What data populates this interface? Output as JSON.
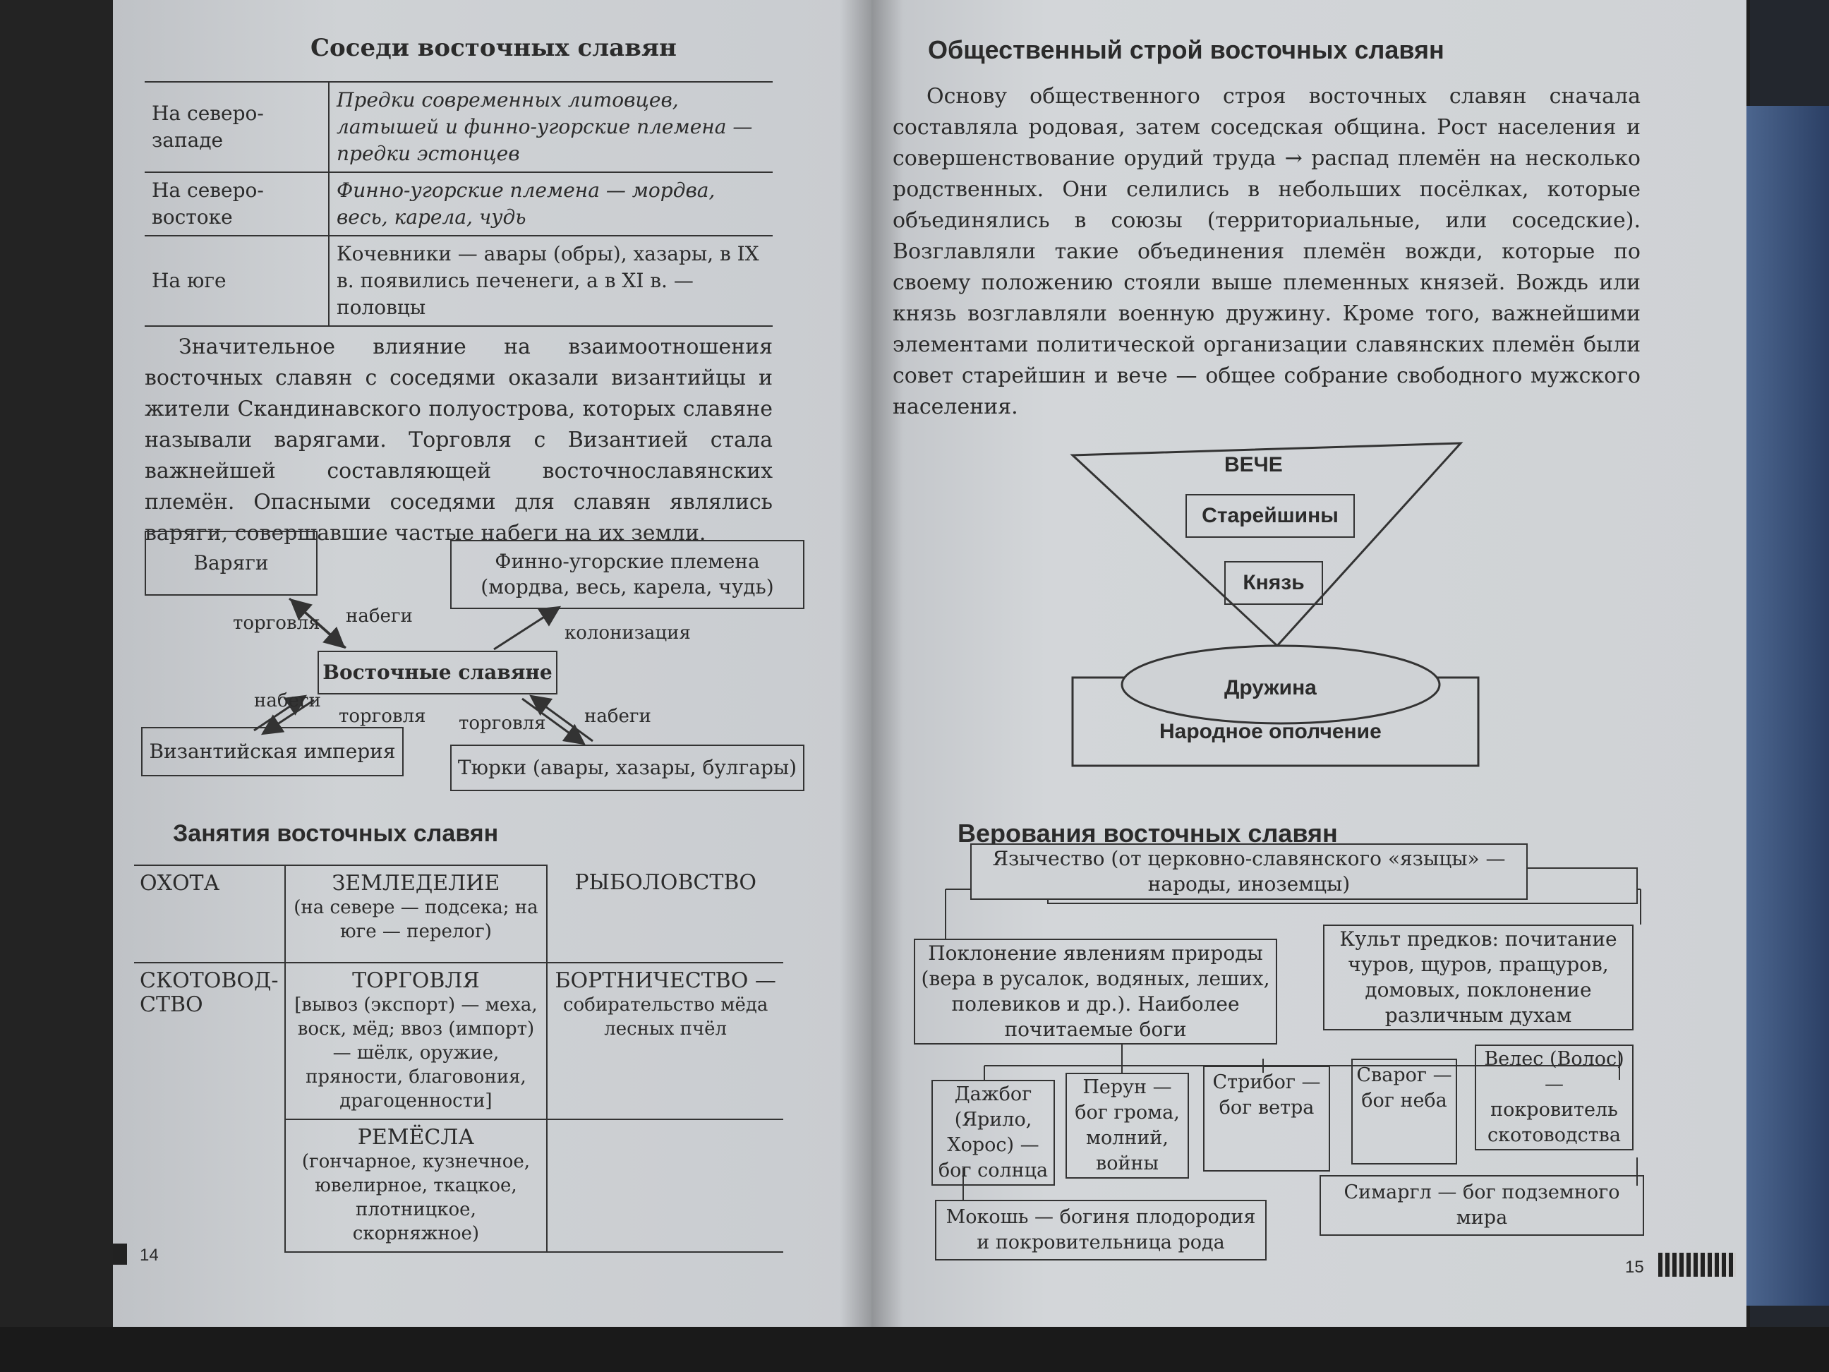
{
  "left_page": {
    "neighbors_title": "Соседи восточных славян",
    "neighbors": [
      {
        "dir": "На северо-западе",
        "text": "Предки современных литовцев, латышей и финно-угорские племена — предки эстонцев"
      },
      {
        "dir": "На северо-востоке",
        "text": "Финно-угорские племена — мордва, весь, карела, чудь"
      },
      {
        "dir": "На юге",
        "text": "Кочевники — авары (обры), хазары, в IX в. появились печенеги, а в XI в. — половцы"
      }
    ],
    "para": "Значительное влияние на взаимоотношения восточных славян с соседями оказали византийцы и жители Скандинавского полуострова, которых славяне называли варягами. Торговля с Византией стала важнейшей составляющей восточнославянских племён. Опасными соседями для славян являлись варяги, совершавшие частые набеги на их земли.",
    "diagram": {
      "varyagi": "Варяги",
      "finno_1": "Финно-угорские племена",
      "finno_2": "(мордва, весь, карела, чудь)",
      "center": "Восточные славяне",
      "byzantium": "Византийская империя",
      "turks": "Тюрки (авары, хазары, булгары)",
      "trade": "торговля",
      "raids": "набеги",
      "colonization": "колонизация"
    },
    "occupations_title": "Занятия восточных славян",
    "occupations": {
      "hunting": "ОХОТА",
      "farming": "ЗЕМЛЕДЕЛИЕ",
      "farming_note": "(на севере — подсека; на юге — перелог)",
      "fishing": "РЫБОЛОВСТВО",
      "cattle": "СКОТОВОД-СТВО",
      "trade": "ТОРГОВЛЯ",
      "trade_note": "[вывоз (экспорт) — меха, воск, мёд; ввоз (импорт) — шёлк, оружие, пряности, благовония, драгоценности]",
      "beekeeping": "БОРТНИЧЕСТВО —",
      "beekeeping_note": "собирательство мёда лесных пчёл",
      "crafts": "РЕМЁСЛА",
      "crafts_note": "(гончарное, кузнечное, ювелирное, ткацкое, плотницкое, скорняжное)"
    },
    "page_number": "14"
  },
  "right_page": {
    "social_title": "Общественный строй восточных славян",
    "social_para": "Основу общественного строя восточных славян сначала составляла родовая, затем соседская община. Рост населения и совершенствование орудий труда → распад племён на несколько родственных. Они селились в небольших посёлках, которые объединялись в союзы (территориальные, или соседские). Возглавляли такие объединения племён вожди, которые по своему положению стояли выше племенных князей. Вождь или князь возглавляли военную дружину. Кроме того, важнейшими элементами политической организации славянских племён были совет старейшин и вече — общее собрание свободного мужского населения.",
    "pyramid": {
      "veche": "ВЕЧЕ",
      "elders": "Старейшины",
      "prince": "Князь",
      "druzhina": "Дружина",
      "militia": "Народное ополчение"
    },
    "beliefs_title": "Верования восточных славян",
    "beliefs": {
      "paganism": "Язычество (от церковно-славянского «языцы» — народы, иноземцы)",
      "nature": "Поклонение явлениям природы (вера в русалок, водяных, леших, полевиков и др.). Наиболее почитаемые боги",
      "ancestors": "Культ предков: почитание чуров, щуров, пращуров, домовых, поклонение различным духам",
      "gods": [
        "Дажбог (Ярило, Хорос) — бог солнца",
        "Перун — бог грома, молний, войны",
        "Стрибог — бог ветра",
        "Сварог — бог неба",
        "Велес (Волос) — покровитель скотоводства"
      ],
      "mokosh": "Мокошь — богиня плодородия и покровительница рода",
      "simargl": "Симаргл — бог подземного мира"
    },
    "page_number": "15"
  }
}
